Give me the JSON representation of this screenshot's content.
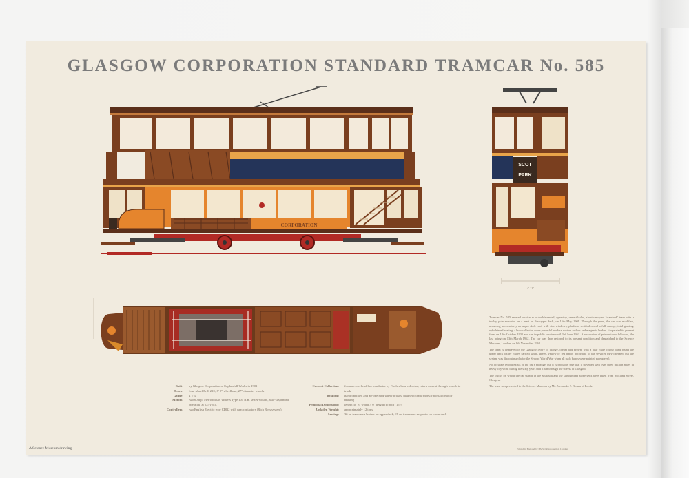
{
  "poster": {
    "title": "GLASGOW CORPORATION STANDARD TRAMCAR No. 585",
    "side_panel_lettering": "CORPORATION",
    "end_destination": [
      "SCOT",
      "PARK"
    ],
    "end_dimension": "4' 11\"",
    "credit": "A Science Museum drawing",
    "printer": "Printed in England by HMSO Reproduction, London",
    "specs_left": [
      {
        "key": "Built:",
        "value": "by Glasgow Corporation at Coplawhill Works in 1901"
      },
      {
        "key": "Truck:",
        "value": "four-wheel Brill 21E; 8' 0\" wheelbase; 27\" diameter wheels"
      },
      {
        "key": "Gauge:",
        "value": "4' 7¾\""
      },
      {
        "key": "Motors:",
        "value": "two 60 h.p. Metropolitan Vickers Type 101 B.R. series-wound, axle-suspended, operating at 525V d.c."
      },
      {
        "key": "Controllers:",
        "value": "two English Electric type CDB2 with cam contactors (Rich Ross system)"
      }
    ],
    "specs_mid": [
      {
        "key": "Current Collection:",
        "value": "from an overhead line conductor by Fischer bow collector; return current through wheels to track"
      },
      {
        "key": "Braking:",
        "value": "hand-operated and air-operated wheel-brakes; magnetic track shoes; rheostatic motor braking"
      },
      {
        "key": "Principal Dimensions:",
        "value": "length 30' 8\" width 7' 0\" height (to roof) 15' 9\""
      },
      {
        "key": "Unladen Weight:",
        "value": "approximately 12 tons"
      },
      {
        "key": "Seating:",
        "value": "36 on transverse leather on upper deck; 21 on transverse magnetts on lower deck"
      }
    ],
    "description": [
      "Tramcar No. 585 entered service as a double-ended, open-top, unvestibuled, short-canopied \"standard\" tram with a trolley pole mounted on a mast on the upper deck, on 15th May 1901. Through the years, the car was modified, acquiring successively an upper-deck roof with side-windows, platform vestibules and a full canopy, total glazing, upholstered seating, a bow collector, more powerful modern motors and air and magnetic brakes. It operated its present form on 10th October 1931 and ran in public service until 3rd June 1961. A succession of private tours followed, the last being on 13th March 1962. The car was then restored to its present condition and despatched to the Science Museum, London, on 9th November 1962.",
      "The tram is displayed in the Glasgow livery of orange, cream and brown, with a blue route colour band round the upper deck (other routes carried white, green, yellow or red bands according to the services they operated but the system was discontinued after the Second World War when all such bands were painted pale green).",
      "No accurate record exists of the car's mileage, but it is probably true that it travelled well over three million miles in heavy city work during the sixty years that it ran through the streets of Glasgow.",
      "The trucks on which the car stands in the Museum and the surrounding stone setts were taken from Scotland Street, Glasgow.",
      "The tram was presented to the Science Museum by Mr. Alexander J. Brown of Leeds."
    ],
    "colors": {
      "paper": "#f1ebdf",
      "brown": "#7a3f1f",
      "orange": "#e5852d",
      "cream": "#f0dcb5",
      "blue_band": "#243459",
      "red_truck": "#b22a25",
      "title_grey": "#7b7b7b"
    }
  }
}
